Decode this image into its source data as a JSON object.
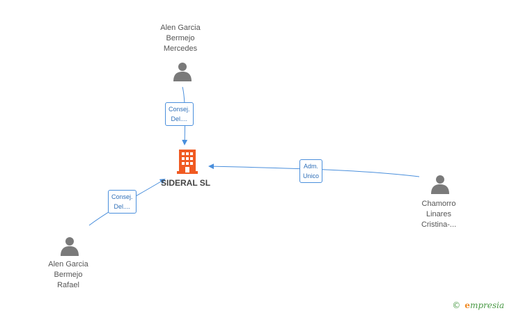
{
  "company": {
    "name": "SIDERAL SL",
    "icon": "building-icon",
    "color": "#f05a22"
  },
  "people": [
    {
      "id": "p1",
      "lines": [
        "Alen Garcia",
        "Bermejo",
        "Mercedes"
      ],
      "icon": "person-icon"
    },
    {
      "id": "p2",
      "lines": [
        "Alen Garcia",
        "Bermejo",
        "Rafael"
      ],
      "icon": "person-icon"
    },
    {
      "id": "p3",
      "lines": [
        "Chamorro",
        "Linares",
        "Cristina-..."
      ],
      "icon": "person-icon"
    }
  ],
  "relations": [
    {
      "from": "p1",
      "lines": [
        "Consej.",
        "Del...."
      ]
    },
    {
      "from": "p2",
      "lines": [
        "Consej.",
        "Del...."
      ]
    },
    {
      "from": "p3",
      "lines": [
        "Adm.",
        "Unico"
      ]
    }
  ],
  "colors": {
    "edge": "#4a8fdc",
    "person": "#7a7a7a"
  },
  "brand": {
    "copyright": "©",
    "initial": "e",
    "rest": "mpresia"
  }
}
